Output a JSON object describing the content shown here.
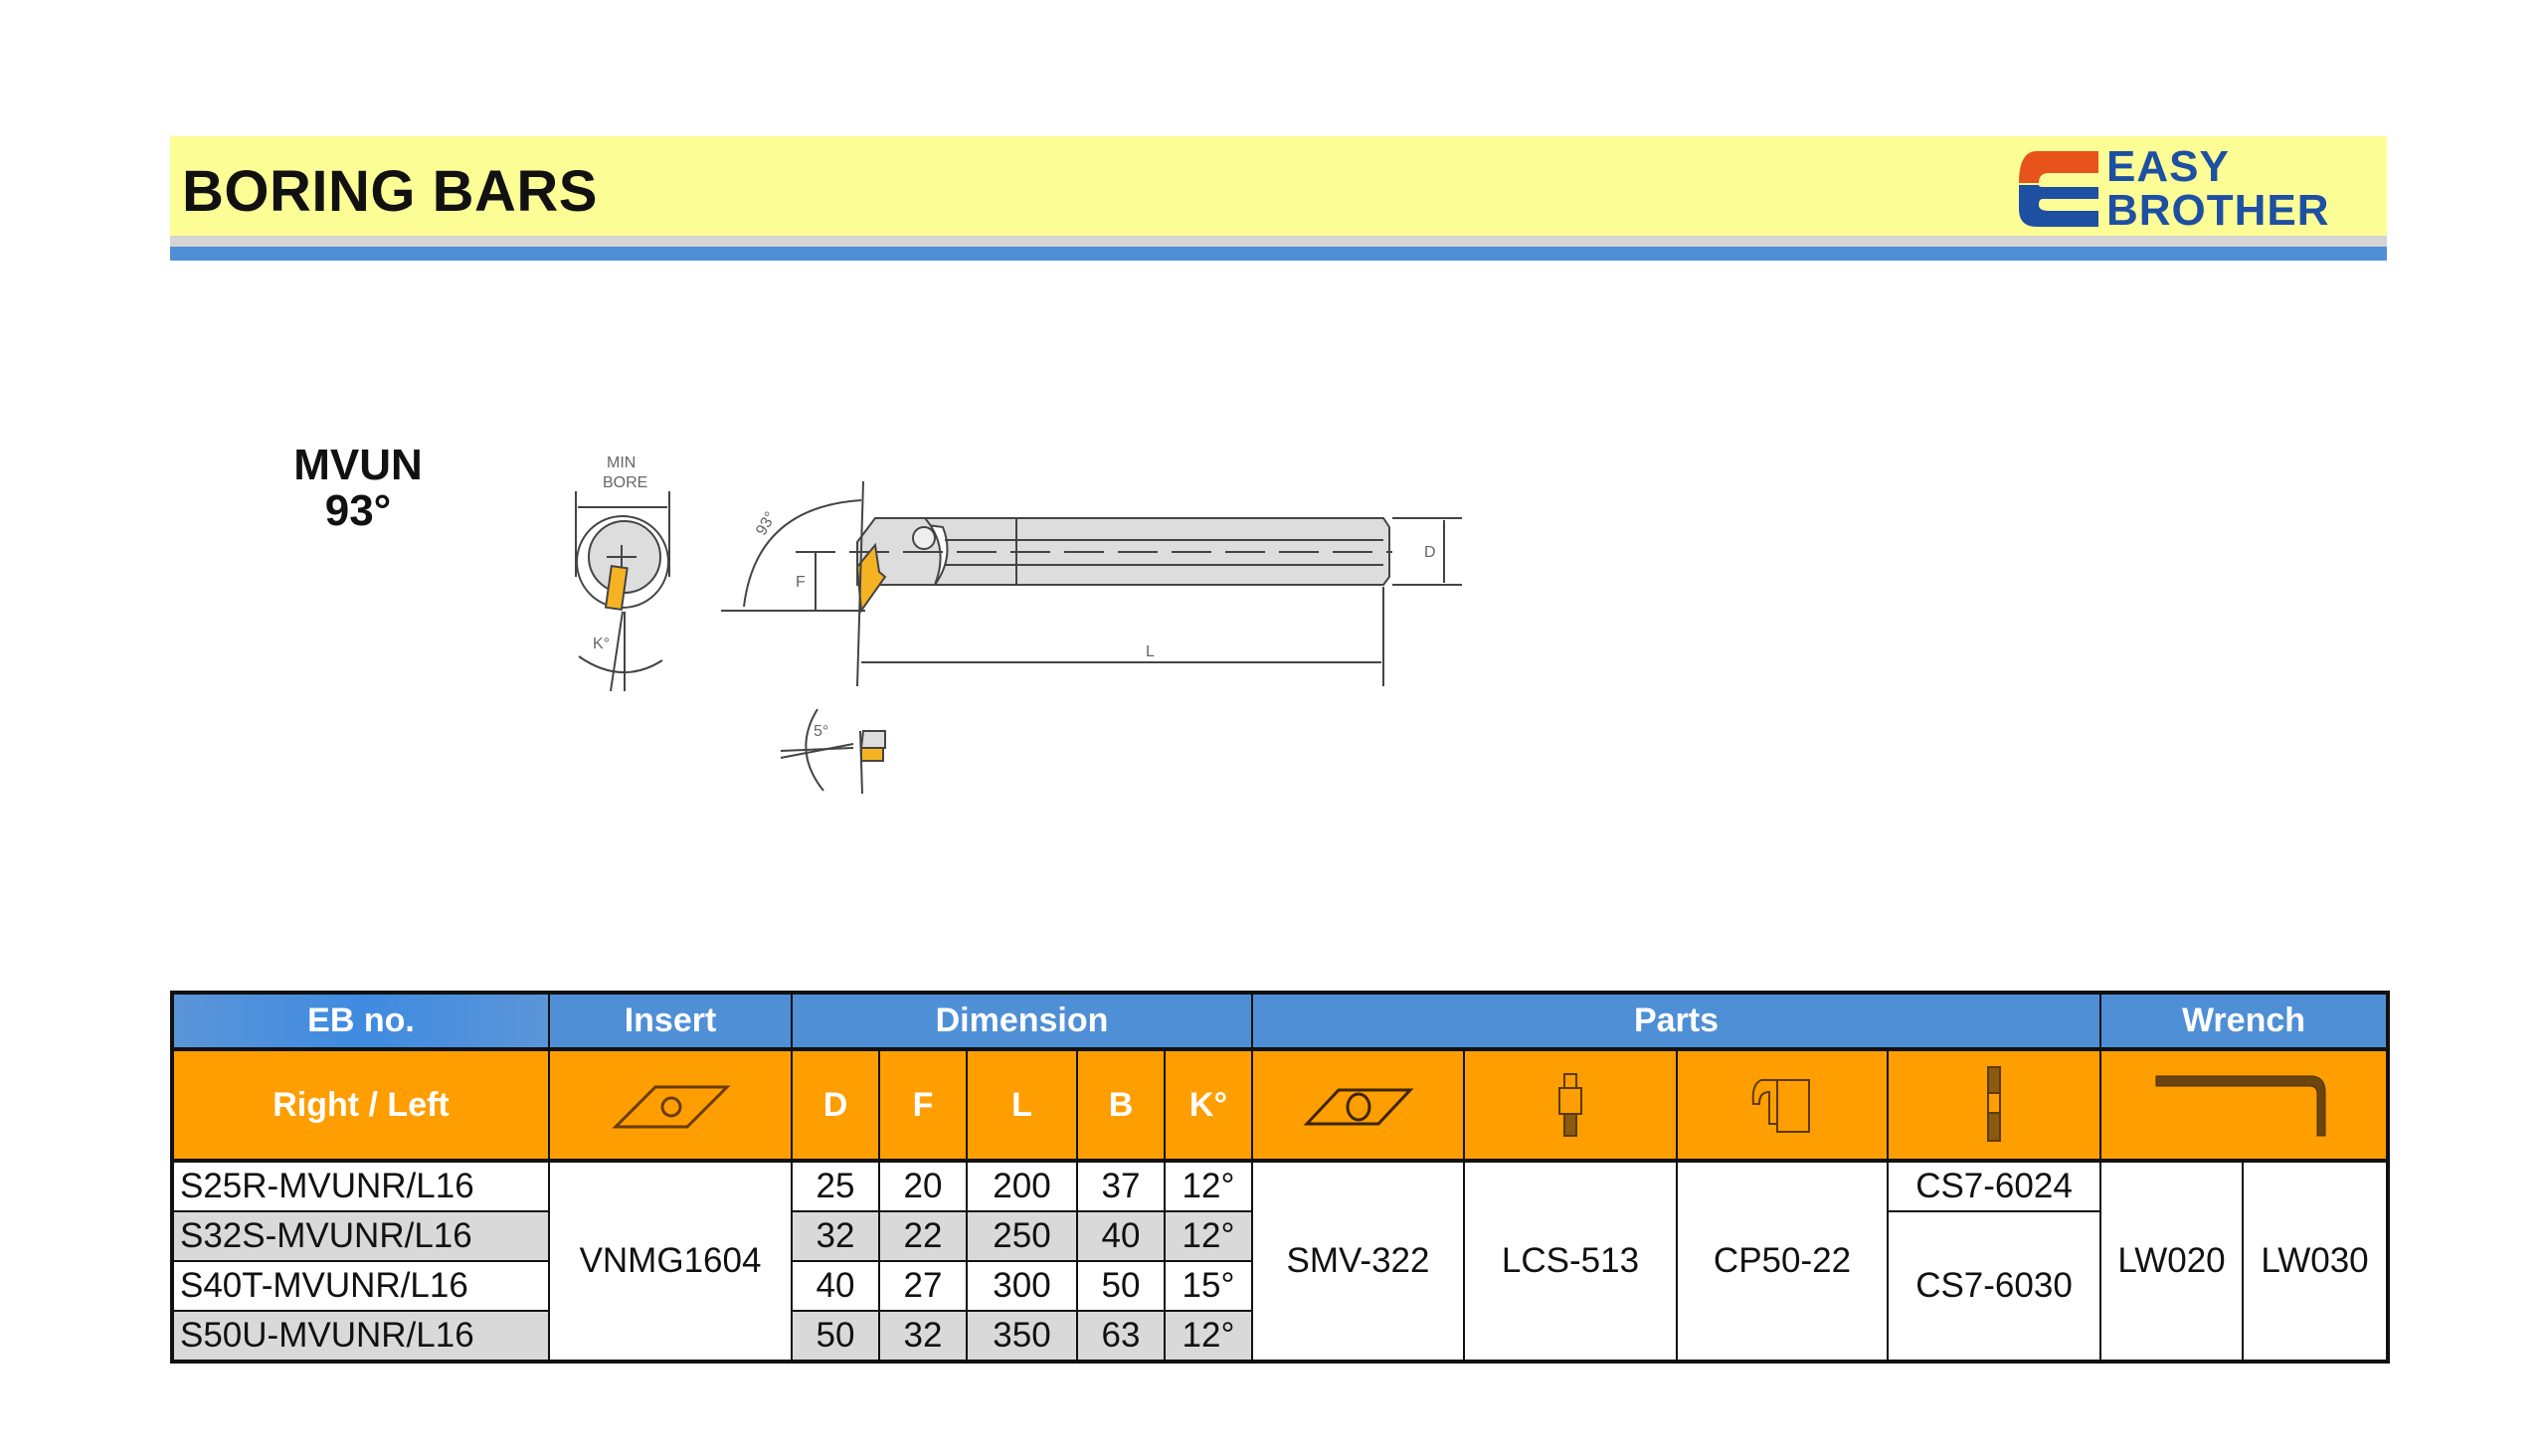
{
  "header": {
    "title": "BORING BARS",
    "logo_line1": "EASY",
    "logo_line2": "BROTHER"
  },
  "model": {
    "name": "MVUN",
    "angle": "93°"
  },
  "drawing": {
    "min_bore_1": "MIN",
    "min_bore_2": "BORE",
    "angle_93": "93°",
    "f": "F",
    "d": "D",
    "l": "L",
    "k": "K°",
    "rake": "5°"
  },
  "table": {
    "groups": {
      "eb": "EB no.",
      "insert": "Insert",
      "dimension": "Dimension",
      "parts": "Parts",
      "wrench": "Wrench"
    },
    "sub": {
      "right_left": "Right / Left",
      "d": "D",
      "f": "F",
      "l": "L",
      "b": "B",
      "k": "K°"
    },
    "icons": [
      "insert-icon",
      "shim-icon",
      "screw-icon",
      "clamp-icon",
      "clamp-screw-icon",
      "hex-wrench-icon"
    ],
    "insert": "VNMG1604",
    "shim": "SMV-322",
    "shim_screw": "LCS-513",
    "clamp": "CP50-22",
    "clamp_screw_1": "CS7-6024",
    "clamp_screw_2": "CS7-6030",
    "wrench_1": "LW020",
    "wrench_2": "LW030",
    "rows": [
      {
        "eb": "S25R-MVUNR/L16",
        "d": "25",
        "f": "20",
        "l": "200",
        "b": "37",
        "k": "12°"
      },
      {
        "eb": "S32S-MVUNR/L16",
        "d": "32",
        "f": "22",
        "l": "250",
        "b": "40",
        "k": "12°"
      },
      {
        "eb": "S40T-MVUNR/L16",
        "d": "40",
        "f": "27",
        "l": "300",
        "b": "50",
        "k": "15°"
      },
      {
        "eb": "S50U-MVUNR/L16",
        "d": "50",
        "f": "32",
        "l": "350",
        "b": "63",
        "k": "12°"
      }
    ]
  },
  "colors": {
    "banner": "#fdfd96",
    "blue": "#4f8fd6",
    "orange": "#ff9e00",
    "logo_blue": "#1d4fa3",
    "logo_orange": "#e8531c",
    "insert_gold": "#f5b323"
  }
}
